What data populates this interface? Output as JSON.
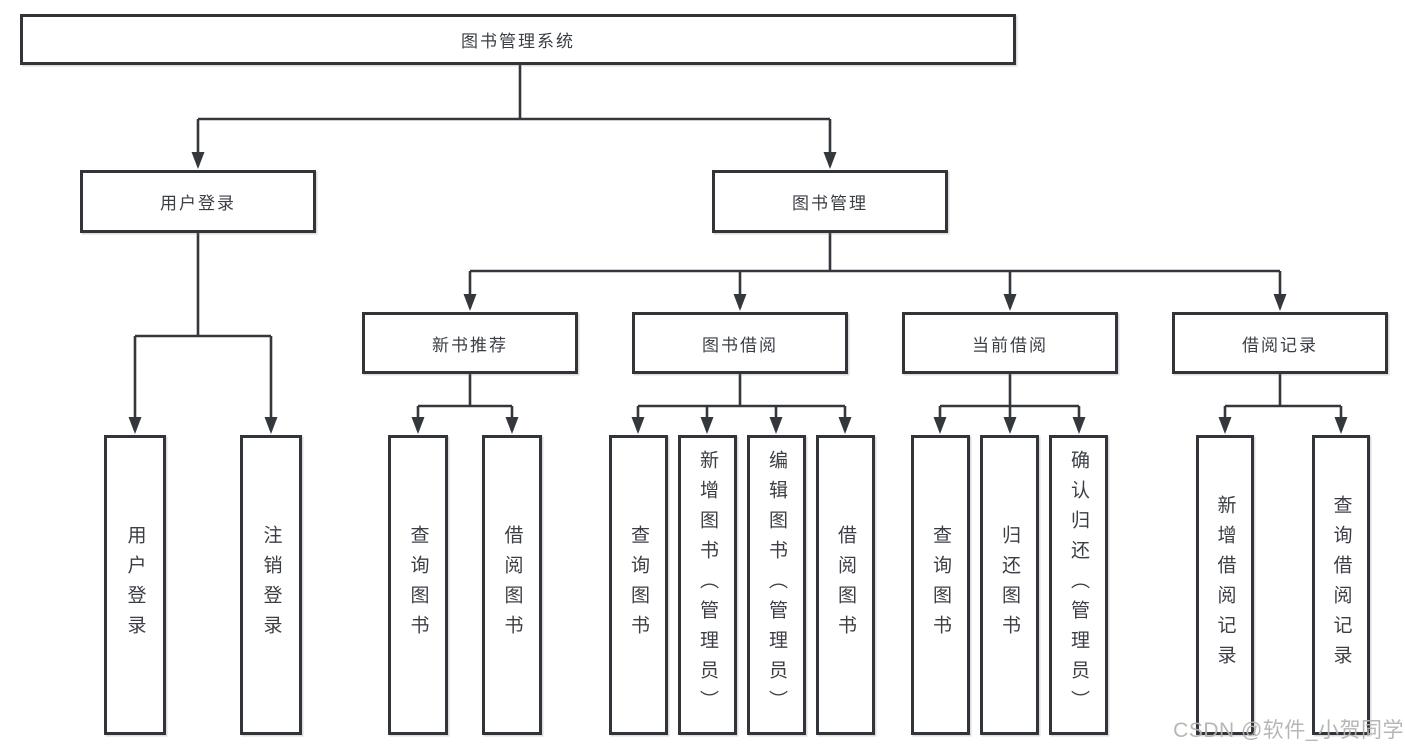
{
  "diagram": {
    "type": "hierarchy-tree",
    "root": {
      "label": "图书管理系统"
    },
    "branches": [
      {
        "id": "user-login",
        "label": "用户登录"
      },
      {
        "id": "book-management",
        "label": "图书管理"
      }
    ],
    "level2": [
      {
        "id": "new-book-recommend",
        "label": "新书推荐",
        "parent": "图书管理"
      },
      {
        "id": "book-borrow",
        "label": "图书借阅",
        "parent": "图书管理"
      },
      {
        "id": "current-borrow",
        "label": "当前借阅",
        "parent": "图书管理"
      },
      {
        "id": "borrow-records",
        "label": "借阅记录",
        "parent": "图书管理"
      }
    ],
    "leaves": [
      {
        "parent": "用户登录",
        "label": "用户登录"
      },
      {
        "parent": "用户登录",
        "label": "注销登录"
      },
      {
        "parent": "新书推荐",
        "label": "查询图书"
      },
      {
        "parent": "新书推荐",
        "label": "借阅图书"
      },
      {
        "parent": "图书借阅",
        "label": "查询图书"
      },
      {
        "parent": "图书借阅",
        "label": "新增图书（管理员）"
      },
      {
        "parent": "图书借阅",
        "label": "编辑图书（管理员）"
      },
      {
        "parent": "图书借阅",
        "label": "借阅图书"
      },
      {
        "parent": "当前借阅",
        "label": "查询图书"
      },
      {
        "parent": "当前借阅",
        "label": "归还图书"
      },
      {
        "parent": "当前借阅",
        "label": "确认归还（管理员）"
      },
      {
        "parent": "借阅记录",
        "label": "新增借阅记录"
      },
      {
        "parent": "借阅记录",
        "label": "查询借阅记录"
      }
    ]
  },
  "watermark": {
    "text": "CSDN @软件_小贺同学"
  },
  "colors": {
    "line": "#34383d",
    "box_border": "#31353a",
    "text": "#3b3f45",
    "watermark": "#b2b2b2",
    "background": "#ffffff"
  }
}
